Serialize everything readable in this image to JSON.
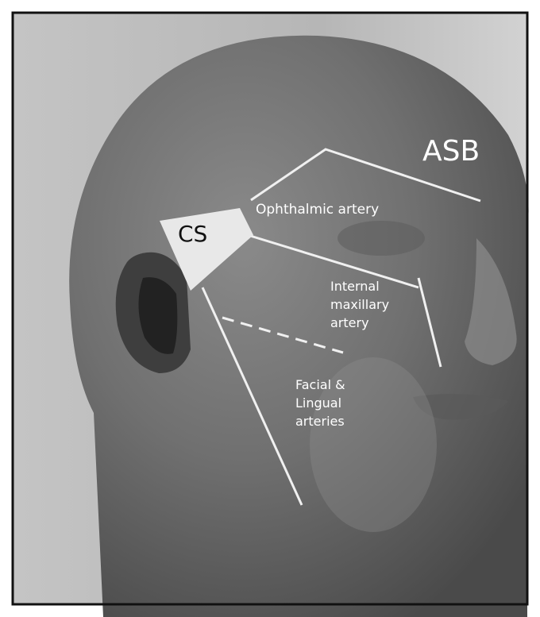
{
  "labels": {
    "asb": "ASB",
    "cs": "CS",
    "ophthalmic": "Ophthalmic artery",
    "maxillary": [
      "Internal",
      "maxillary",
      "artery"
    ],
    "facial": [
      "Facial &",
      "Lingual",
      "arteries"
    ]
  },
  "colors": {
    "line": "#f0f0f0",
    "border": "#111111",
    "cs_box": "#e8e8e8",
    "background": "#b9b9b9",
    "head": "#6e6e6e"
  }
}
